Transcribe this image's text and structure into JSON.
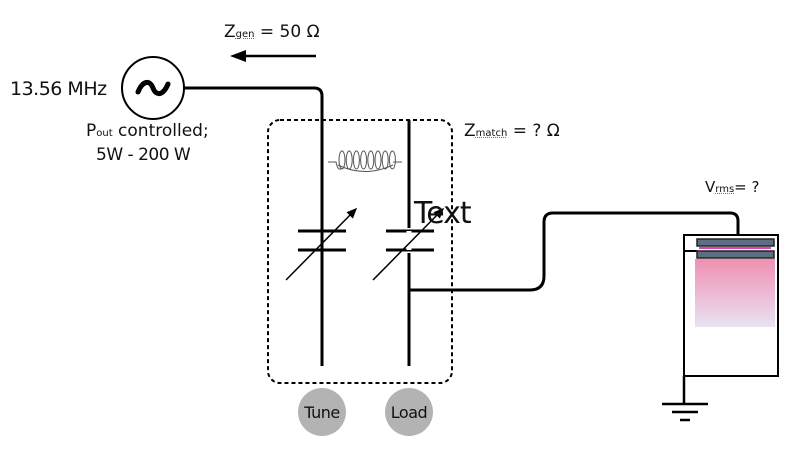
{
  "generator": {
    "frequency_label": "13.56 MHz",
    "symbol": "~",
    "power_label_prefix": "P",
    "power_label_sub": "out",
    "power_label_rest": " controlled;",
    "power_range": "5W - 200 W"
  },
  "impedances": {
    "zgen_main": "Z",
    "zgen_sub": "gen",
    "zgen_value": " = 50 Ω",
    "zmatch_main": "Z",
    "zmatch_sub": "match",
    "zmatch_value": " = ? Ω"
  },
  "chamber": {
    "vrms_main": "V",
    "vrms_sub": "rms",
    "vrms_value": "= ?"
  },
  "overlay_text": "Text",
  "knobs": {
    "tune": "Tune",
    "load": "Load"
  },
  "colors": {
    "wire": "#000000",
    "electrode": "#5d6e82",
    "plasma_top": "#f090b0",
    "plasma_bottom": "#e6e3ee",
    "knob": "#b3b3b3",
    "sheath": "#e040c0"
  }
}
